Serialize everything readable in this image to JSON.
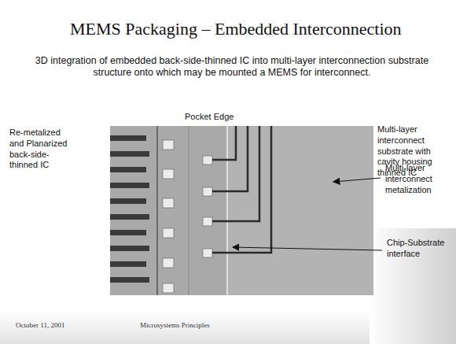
{
  "diagram": {
    "title": "MEMS Packaging – Embedded Interconnection",
    "labels": [
      "3D integration of embedded back-side-thinned IC into multi-layer interconnection substrate structure onto which may be mounted a MEMS for interconnect.",
      "Pocket Edge",
      "Re-metalized and Planarized back-side-thinned IC",
      "Multi-layer interconnect substrate with cavity housing thinned IC",
      "Multi-layer interconnect metalization",
      "Chip-Substrate interface",
      "October 11, 2001",
      "Microsystems Principles"
    ]
  }
}
